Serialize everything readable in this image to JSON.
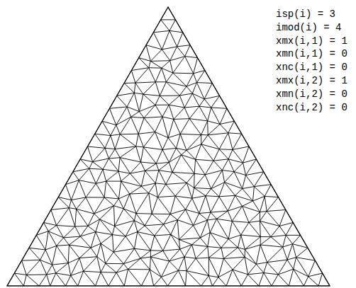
{
  "diagram": {
    "labels": [
      "isp(i) = 3",
      "imod(i) = 4",
      "xmx(i,1) = 1",
      "xmn(i,1) = 0",
      "xnc(i,1) = 0",
      "xmx(i,2) = 1",
      "xmn(i,2) = 0",
      "xnc(i,2) = 0"
    ]
  }
}
